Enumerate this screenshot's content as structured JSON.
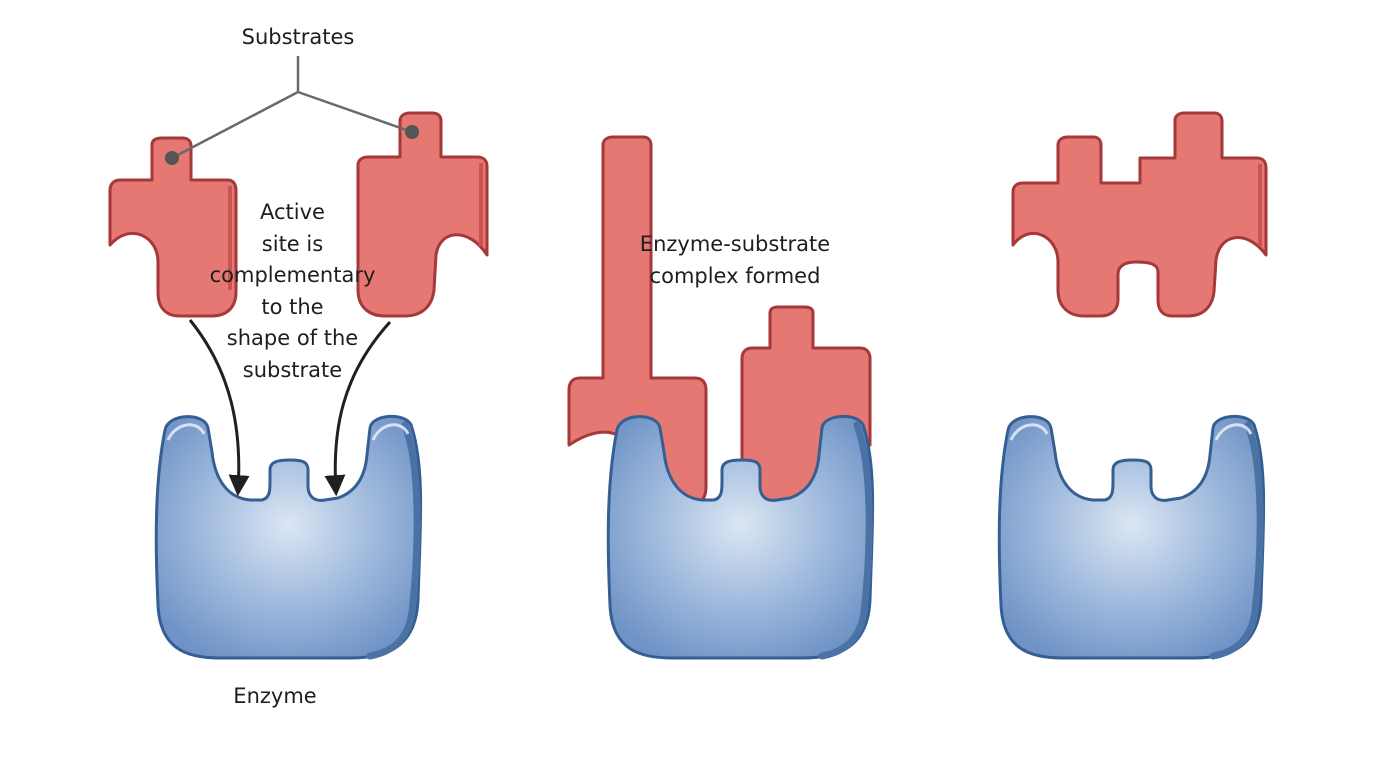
{
  "labels": {
    "substrates": "Substrates",
    "active_site": "Active\nsite is\ncomplementary\nto the\nshape of the\nsubstrate",
    "complex": "Enzyme-substrate\ncomplex formed",
    "enzyme": "Enzyme"
  },
  "colors": {
    "substrate_fill": "#e57873",
    "substrate_outline": "#a6373a",
    "enzyme_center": "#dbe6f3",
    "enzyme_mid": "#9db8dc",
    "enzyme_edge": "#6f93c6",
    "enzyme_outline": "#355f93",
    "leader_line": "#6a6a6a",
    "arrow": "#202020"
  }
}
